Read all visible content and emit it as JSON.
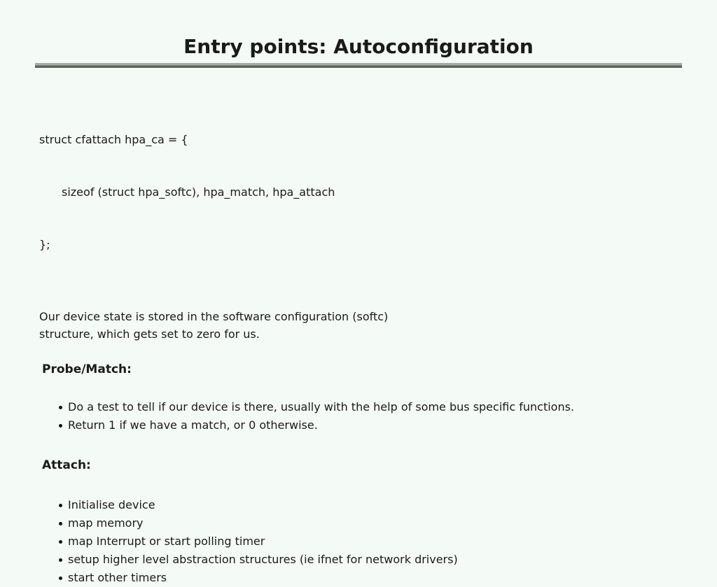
{
  "slide": {
    "title": "Entry points: Autoconfiguration",
    "colors": {
      "background": "#f4faf5",
      "text": "#1a1a1a",
      "divider_top": "#a6aca4",
      "divider_bottom": "#5c635b"
    },
    "code": {
      "line1": "struct cfattach hpa_ca = {",
      "line2": "sizeof (struct hpa_softc), hpa_match, hpa_attach",
      "line3": "};"
    },
    "intro": {
      "line1": "Our device state is stored in the software configuration (softc)",
      "line2": "structure, which gets set to zero for us."
    },
    "sections": [
      {
        "heading": "Probe/Match:",
        "bullets": [
          "Do a test to tell if our device is there, usually with the help of some bus specific functions.",
          "Return 1 if we have a match, or 0 otherwise."
        ]
      },
      {
        "heading": "Attach:",
        "bullets": [
          "Initialise device",
          "map memory",
          "map Interrupt or start polling timer",
          "setup higher level abstraction structures (ie ifnet for network drivers)",
          "start other timers"
        ]
      }
    ]
  }
}
